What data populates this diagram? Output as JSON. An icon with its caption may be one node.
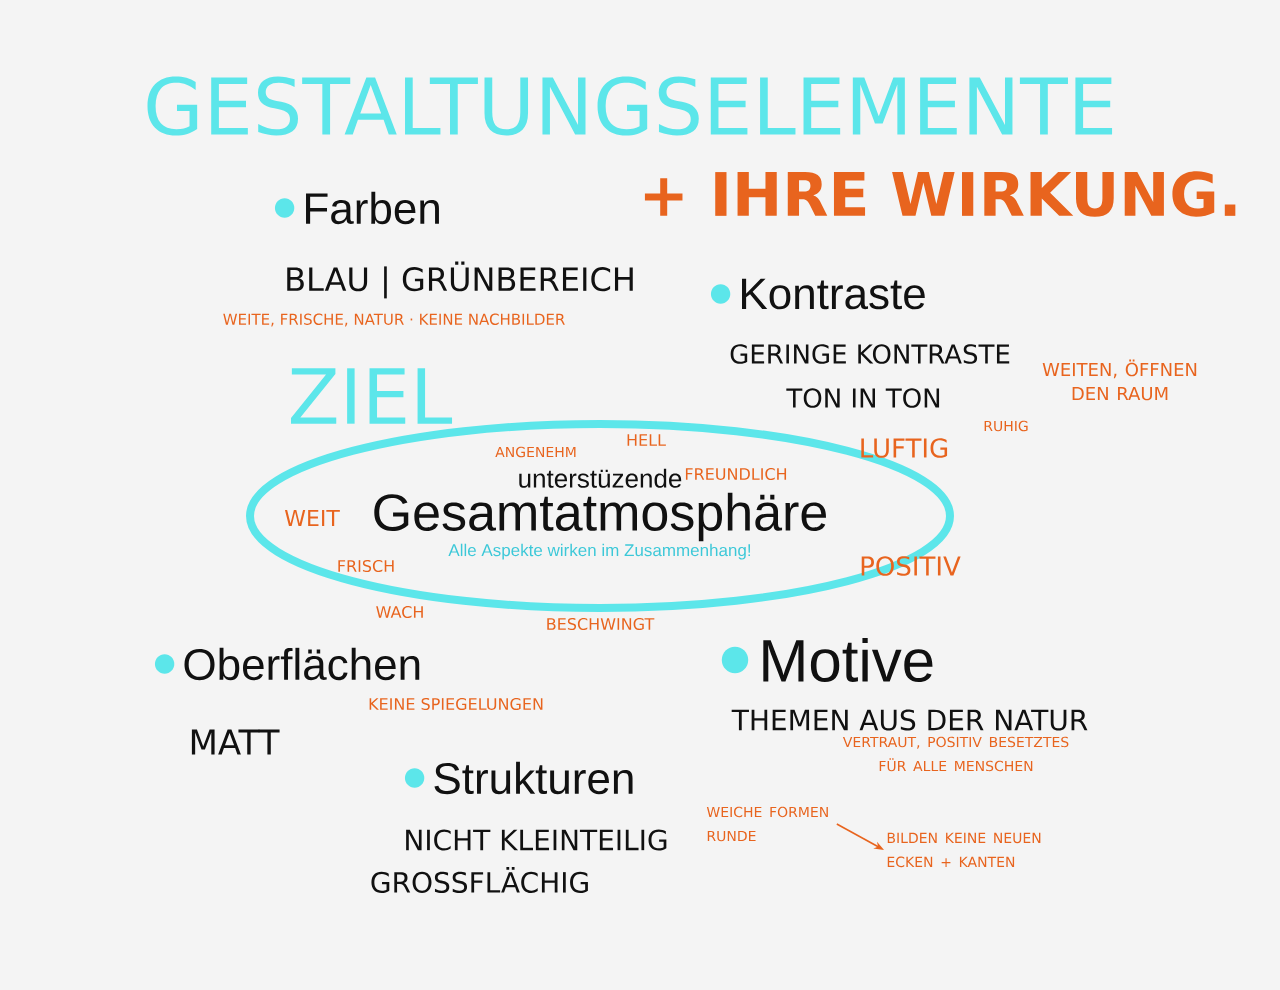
{
  "diagram": {
    "title": "GESTALTUNGSELEMENTE",
    "nodes": [
      {
        "text": [
          "unterstüzende",
          "Gesamtatmosphäre",
          "Alle Aspekte wirken im Zusammenhang!"
        ]
      },
      {
        "text": [
          "WEICHE FORMEN RUNDE"
        ]
      },
      {
        "text": [
          "BILDEN KEINE NEUEN ECKEN + KANTEN"
        ]
      }
    ],
    "edges": [
      {
        "from": 1,
        "to": 2,
        "arrow": "to"
      }
    ],
    "labels": [
      "+ IHRE WIRKUNG.",
      "Farben",
      "BLAU | GRÜNBEREICH",
      "WEITE, FRISCHE, NATUR · KEINE NACHBILDER",
      "Kontraste",
      "GERINGE KONTRASTE",
      "TON IN TON",
      "ZIEL",
      "WEITEN, ÖFFNEN DEN RAUM",
      "RUHIG",
      "ANGENEHM",
      "HELL",
      "FREUNDLICH",
      "LUFTIG",
      "WEIT",
      "POSITIV",
      "FRISCH",
      "WACH",
      "BESCHWINGT",
      "Oberflächen",
      "Motive",
      "KEINE SPIEGELUNGEN",
      "THEMEN AUS DER NATUR",
      "MATT",
      "VERTRAUT, POSITIV BESETZTES FÜR ALLE MENSCHEN",
      "Strukturen",
      "NICHT KLEINTEILIG",
      "GROSSFLÄCHIG"
    ]
  }
}
